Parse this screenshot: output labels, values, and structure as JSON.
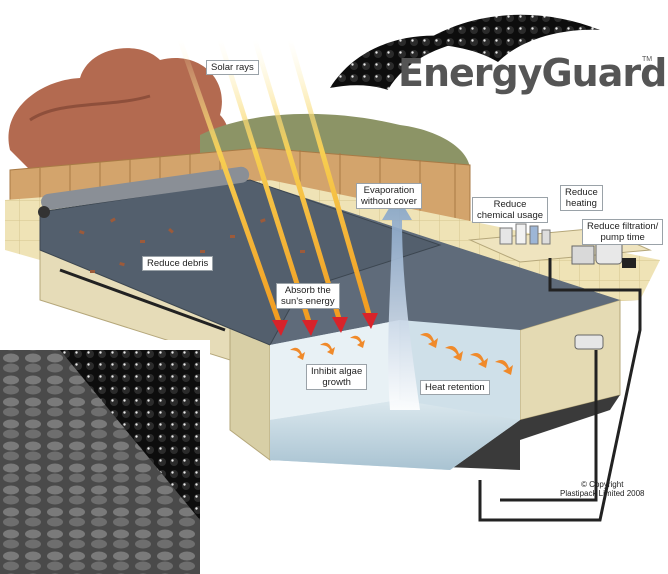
{
  "brand": {
    "name": "EnergyGuard",
    "tm": "TM",
    "color_dark": "#3a3a3a",
    "color_text": "#555555"
  },
  "labels": {
    "solar_rays": "Solar rays",
    "reduce_debris": "Reduce debris",
    "absorb_line1": "Absorb the",
    "absorb_line2": "sun's energy",
    "inhibit_line1": "Inhibit algae",
    "inhibit_line2": "growth",
    "evaporation_line1": "Evaporation",
    "evaporation_line2": "without cover",
    "heat_retention": "Heat retention",
    "chemical_line1": "Reduce",
    "chemical_line2": "chemical usage",
    "heating_line1": "Reduce",
    "heating_line2": "heating",
    "filtration_line1": "Reduce filtration/",
    "filtration_line2": "pump time"
  },
  "copyright": {
    "line1": "© Copyright",
    "line2": "Plastipack Limited 2008"
  },
  "colors": {
    "ray": "#f2b02a",
    "arrow_red": "#d8232a",
    "heat_orange": "#f08a2a",
    "water": "#5d6a7a",
    "pool_edge": "#e9e2c4",
    "fence": "#c99a62",
    "tree": "#b0654a"
  }
}
